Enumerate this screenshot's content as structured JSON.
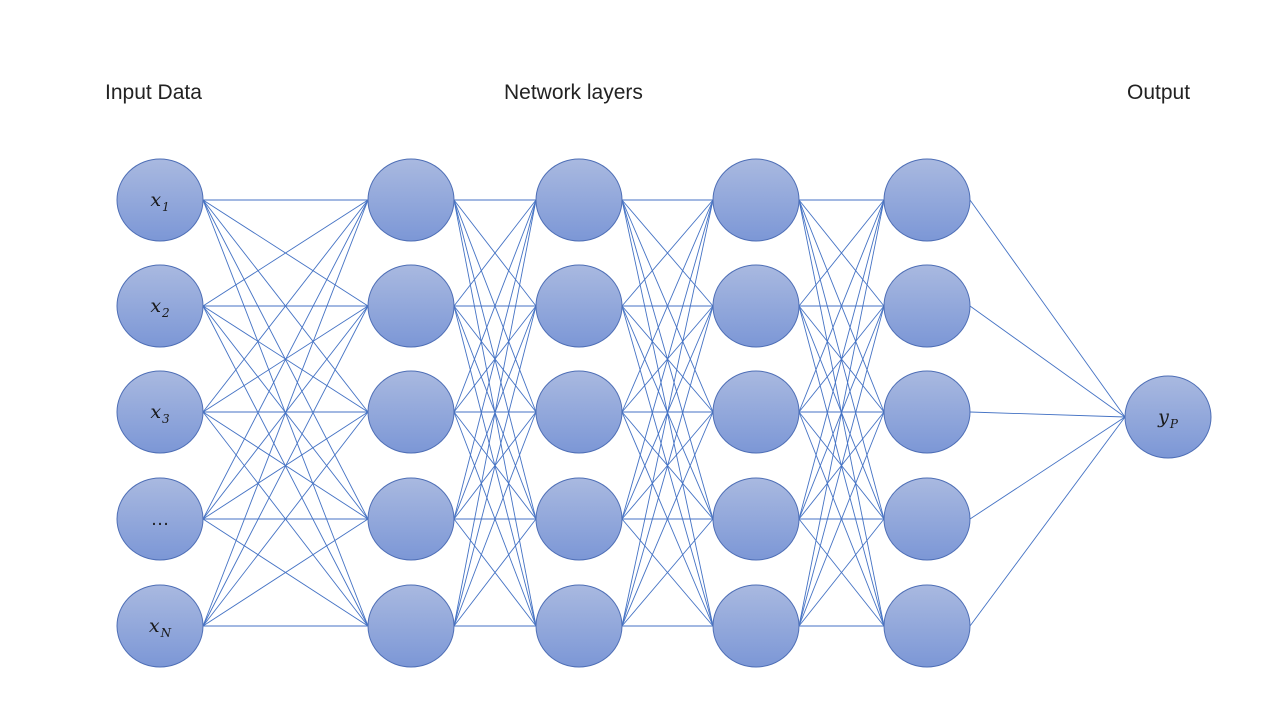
{
  "labels": {
    "input": "Input Data",
    "layers": "Network layers",
    "output": "Output"
  },
  "input_nodes": [
    {
      "base": "x",
      "sub": "1"
    },
    {
      "base": "x",
      "sub": "2"
    },
    {
      "base": "x",
      "sub": "3"
    },
    {
      "base": "…",
      "sub": ""
    },
    {
      "base": "x",
      "sub": "N"
    }
  ],
  "hidden_layers": 4,
  "nodes_per_layer": 5,
  "output_node": {
    "base": "y",
    "sub": "P"
  },
  "colors": {
    "node_fill_top": "#a9b9e0",
    "node_fill_bottom": "#7c97d6",
    "node_stroke": "#4f6fb6",
    "edge": "#4472c4"
  }
}
